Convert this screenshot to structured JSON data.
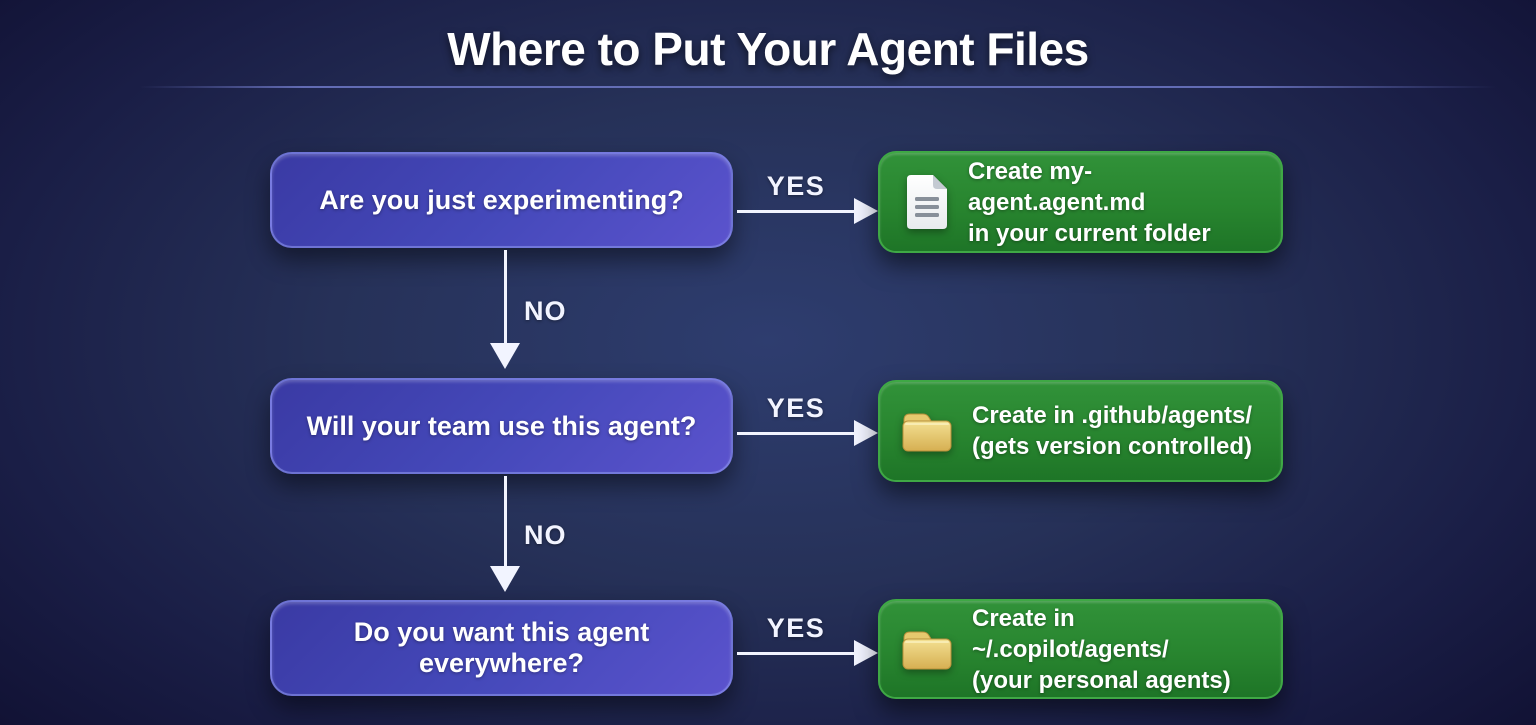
{
  "title": "Where to Put Your Agent Files",
  "flowchart": {
    "rows": [
      {
        "question": "Are you just experimenting?",
        "yes_label": "YES",
        "no_label": "NO",
        "result": {
          "icon": "document-icon",
          "line1": "Create my-agent.agent.md",
          "line2": "in your current folder"
        }
      },
      {
        "question": "Will your team use this agent?",
        "yes_label": "YES",
        "no_label": "NO",
        "result": {
          "icon": "folder-icon",
          "line1": "Create in .github/agents/",
          "line2": "(gets version controlled)"
        }
      },
      {
        "question": "Do you want this agent everywhere?",
        "yes_label": "YES",
        "result": {
          "icon": "folder-icon",
          "line1": "Create in ~/.copilot/agents/",
          "line2": "(your personal agents)"
        }
      }
    ]
  },
  "colors": {
    "background_center": "#2e3d6f",
    "background_edge": "#0d0e2a",
    "question_box_blue": "#4549ba",
    "question_box_border": "#8f98f0",
    "answer_box_green": "#28852f",
    "answer_box_border": "#3fa845",
    "arrow_white": "#f2f4ff",
    "title_text": "#ffffff",
    "folder_icon_gold": "#e9cd72",
    "document_icon_white": "#f4f6f8"
  }
}
